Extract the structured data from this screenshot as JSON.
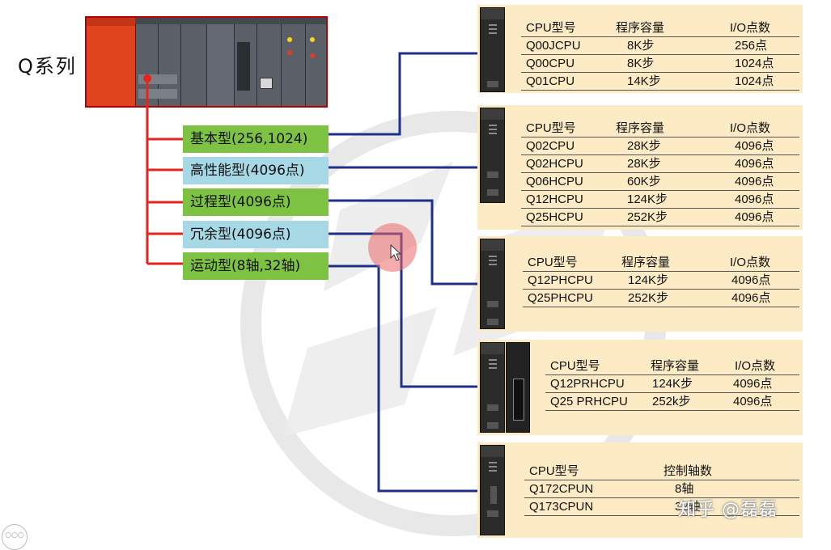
{
  "series_title": "Q系列",
  "categories": [
    {
      "label": "基本型(256,1024)",
      "color": "#7dc242"
    },
    {
      "label": "高性能型(4096点)",
      "color": "#a7d8e5"
    },
    {
      "label": "过程型(4096点)",
      "color": "#7dc242"
    },
    {
      "label": "冗余型(4096点)",
      "color": "#a7d8e5"
    },
    {
      "label": "运动型(8轴,32轴)",
      "color": "#7dc242"
    }
  ],
  "panels": [
    {
      "headers": [
        "CPU型号",
        "程序容量",
        "I/O点数"
      ],
      "rows": [
        [
          "Q00JCPU",
          "8K步",
          "256点"
        ],
        [
          "Q00CPU",
          "8K步",
          "1024点"
        ],
        [
          "Q01CPU",
          "14K步",
          "1024点"
        ]
      ]
    },
    {
      "headers": [
        "CPU型号",
        "程序容量",
        "I/O点数"
      ],
      "rows": [
        [
          "Q02CPU",
          "28K步",
          "4096点"
        ],
        [
          "Q02HCPU",
          "28K步",
          "4096点"
        ],
        [
          "Q06HCPU",
          "60K步",
          "4096点"
        ],
        [
          "Q12HCPU",
          "124K步",
          "4096点"
        ],
        [
          "Q25HCPU",
          "252K步",
          "4096点"
        ]
      ]
    },
    {
      "headers": [
        "CPU型号",
        "程序容量",
        "I/O点数"
      ],
      "rows": [
        [
          "Q12PHCPU",
          "124K步",
          "4096点"
        ],
        [
          "Q25PHCPU",
          "252K步",
          "4096点"
        ]
      ]
    },
    {
      "headers": [
        "CPU型号",
        "程序容量",
        "I/O点数"
      ],
      "rows": [
        [
          "Q12PRHCPU",
          "124K步",
          "4096点"
        ],
        [
          "Q25 PRHCPU",
          "252k步",
          "4096点"
        ]
      ]
    },
    {
      "headers": [
        "CPU型号",
        "控制轴数"
      ],
      "rows": [
        [
          "Q172CPUN",
          "8轴"
        ],
        [
          "Q173CPUN",
          "32轴"
        ]
      ]
    }
  ],
  "watermark": "知乎 @磊磊",
  "colors": {
    "tree_red": "#e52421",
    "connector_navy": "#1f2f8c",
    "panel_bg": "#fcebc4",
    "cursor_halo": "#ec6868"
  },
  "icons": [
    "plc-rack-photo",
    "cpu-module-icon",
    "mouse-cursor-icon"
  ]
}
